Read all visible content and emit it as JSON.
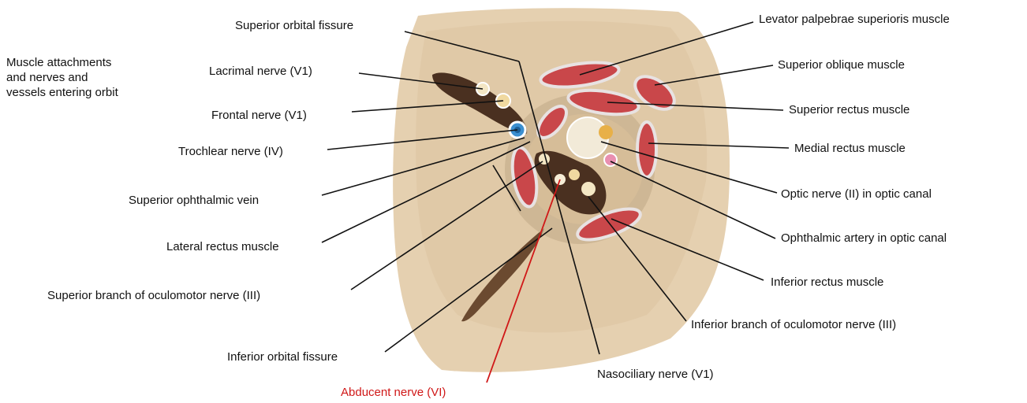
{
  "caption": {
    "line1": "Muscle attachments",
    "line2": "and nerves and",
    "line3": "vessels entering orbit"
  },
  "labels_left": {
    "superior_orbital_fissure": "Superior orbital fissure",
    "lacrimal_nerve": "Lacrimal nerve (V1)",
    "frontal_nerve": "Frontal nerve (V1)",
    "trochlear_nerve": "Trochlear nerve (IV)",
    "superior_ophthalmic_vein": "Superior ophthalmic vein",
    "lateral_rectus": "Lateral rectus muscle",
    "superior_branch_oculomotor": "Superior branch of oculomotor  nerve (III)",
    "inferior_orbital_fissure": "Inferior orbital fissure",
    "abducent_nerve": "Abducent nerve (VI)"
  },
  "labels_right": {
    "levator": "Levator palpebrae superioris muscle",
    "superior_oblique": "Superior oblique muscle",
    "superior_rectus": "Superior rectus muscle",
    "medial_rectus": "Medial rectus muscle",
    "optic_nerve": "Optic nerve (II) in optic canal",
    "ophthalmic_artery": "Ophthalmic artery in optic canal",
    "inferior_rectus": "Inferior rectus muscle",
    "inferior_branch_oculomotor": "Inferior branch of oculomotor nerve (III)",
    "nasociliary_nerve": "Nasociliary nerve (V1)"
  },
  "colors": {
    "bone": "#e4cfae",
    "muscle": "#c9474a",
    "nerve": "#5a3a22",
    "vein": "#3b8fd0",
    "artery": "#e98fb0",
    "highlight": "#d01818"
  }
}
